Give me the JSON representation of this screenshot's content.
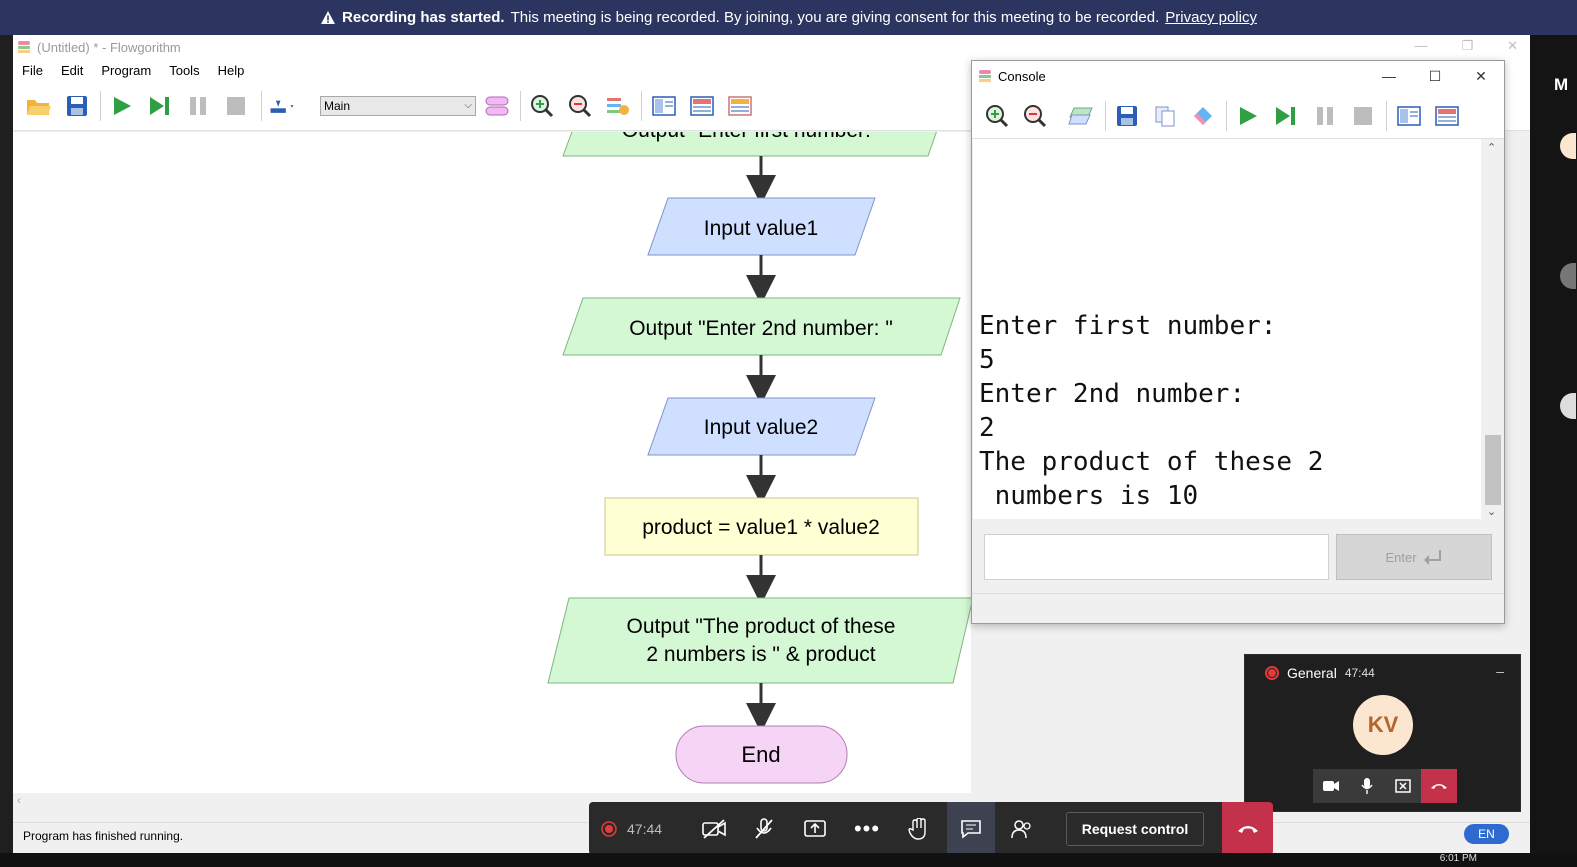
{
  "banner": {
    "bold": "Recording has started.",
    "text": "This meeting is being recorded. By joining, you are giving consent for this meeting to be recorded.",
    "link": "Privacy policy"
  },
  "flowgorithm": {
    "title": "(Untitled) * - Flowgorithm",
    "menu": [
      "File",
      "Edit",
      "Program",
      "Tools",
      "Help"
    ],
    "function_select": "Main",
    "status": "Program has finished running.",
    "shapes": {
      "output1": "Output \"Enter first number: \"",
      "input1": "Input value1",
      "output2": "Output \"Enter 2nd number: \"",
      "input2": "Input value2",
      "assign": "product = value1 * value2",
      "output3_line1": "Output \"The product of these",
      "output3_line2": "2 numbers is \" & product",
      "end": "End"
    }
  },
  "console": {
    "title": "Console",
    "output": "Enter first number:\n5\nEnter 2nd number:\n2\nThe product of these 2\n numbers is 10",
    "enter_label": "Enter"
  },
  "meeting": {
    "channel": "General",
    "time": "47:44",
    "avatar": "KV",
    "callbar_time": "47:44",
    "request_control": "Request control",
    "language": "EN"
  },
  "side": {
    "letter": "M"
  },
  "taskbar": {
    "clock": "6:01 PM"
  },
  "colors": {
    "banner": "#2b3560",
    "output_fill": "#d4f7d4",
    "input_fill": "#cfdfff",
    "process_fill": "#ffffd4",
    "terminal_fill": "#f5d4f5",
    "hangup": "#c4314b"
  }
}
